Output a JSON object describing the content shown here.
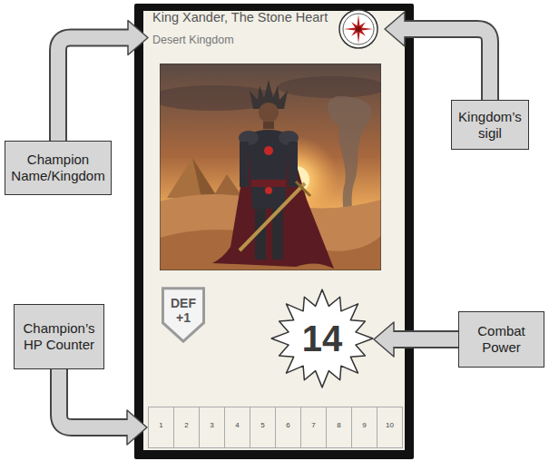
{
  "diagram": {
    "nodes": [
      {
        "text": [
          "King Xander, The Stone Heart",
          "Desert Kingdom"
        ]
      },
      {
        "text": [
          "Kingdom’s sigil"
        ]
      },
      {
        "text": [
          "Champion Name/Kingdom"
        ]
      },
      {
        "text": [
          "Champion’s HP Counter"
        ]
      },
      {
        "text": [
          "DEF +1"
        ]
      },
      {
        "text": [
          "14"
        ]
      },
      {
        "text": [
          "Combat Power"
        ]
      },
      {
        "text": [
          "1"
        ]
      },
      {
        "text": [
          "2"
        ]
      },
      {
        "text": [
          "3"
        ]
      },
      {
        "text": [
          "4"
        ]
      },
      {
        "text": [
          "5"
        ]
      },
      {
        "text": [
          "6"
        ]
      },
      {
        "text": [
          "7"
        ]
      },
      {
        "text": [
          "8"
        ]
      },
      {
        "text": [
          "9"
        ]
      },
      {
        "text": [
          "10"
        ]
      }
    ],
    "edges": [
      {
        "from": 2,
        "to": 0,
        "arrow": "to"
      },
      {
        "from": 6,
        "to": 5,
        "arrow": "to"
      },
      {
        "from": 3,
        "to": 7,
        "arrow": "to"
      }
    ]
  }
}
